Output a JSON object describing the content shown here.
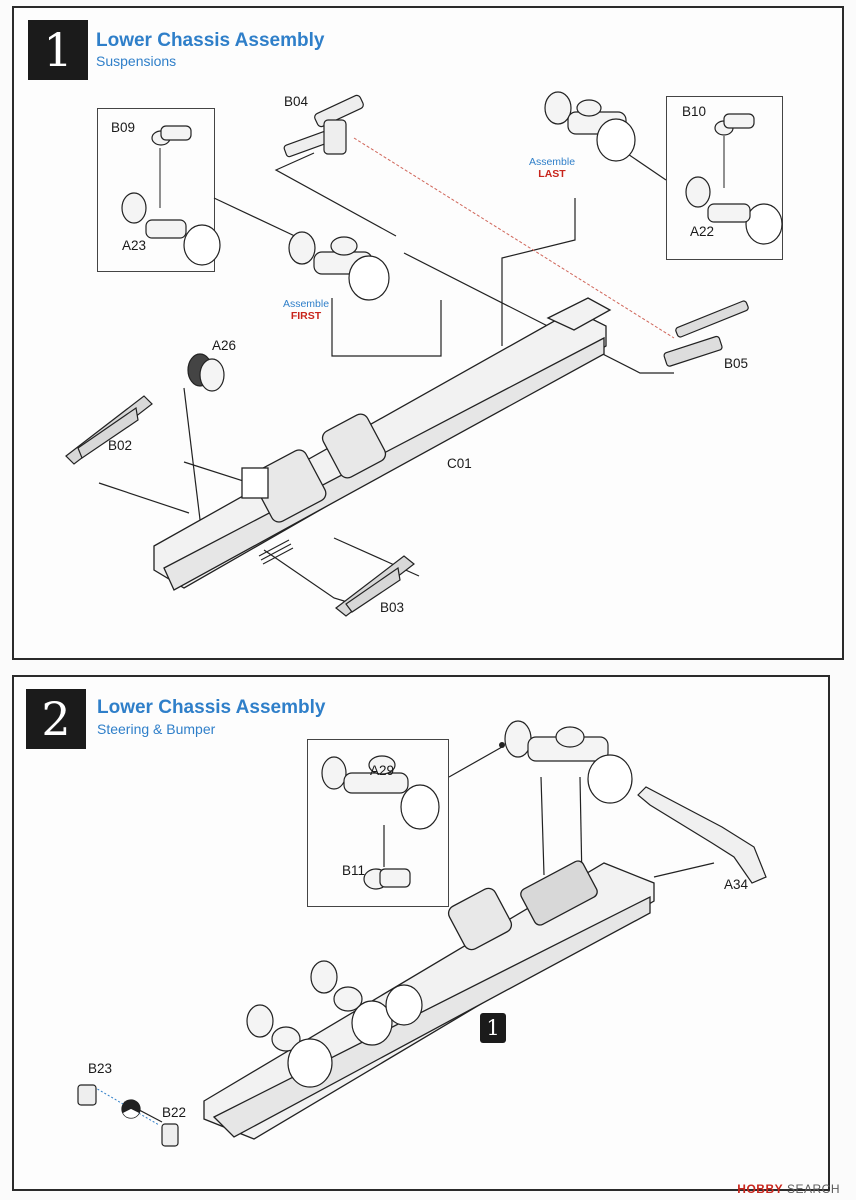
{
  "step1": {
    "number": "1",
    "title": "Lower Chassis Assembly",
    "subtitle": "Suspensions",
    "parts": [
      "B04",
      "B09",
      "A23",
      "B10",
      "A22",
      "A26",
      "B02",
      "C01",
      "B05",
      "B03"
    ],
    "note_first": {
      "line1": "Assemble",
      "line2": "FIRST"
    },
    "note_last": {
      "line1": "Assemble",
      "line2": "LAST"
    }
  },
  "step2": {
    "number": "2",
    "title": "Lower Chassis Assembly",
    "subtitle": "Steering & Bumper",
    "parts": [
      "A29",
      "B11",
      "A34",
      "B23",
      "B22"
    ],
    "ref_step": "1"
  },
  "watermark": {
    "logo": "HOBBY",
    "text": "SEARCH"
  },
  "colors": {
    "accent_blue": "#2f7fc9",
    "accent_red": "#c8251c",
    "ink": "#1b1b1b"
  }
}
